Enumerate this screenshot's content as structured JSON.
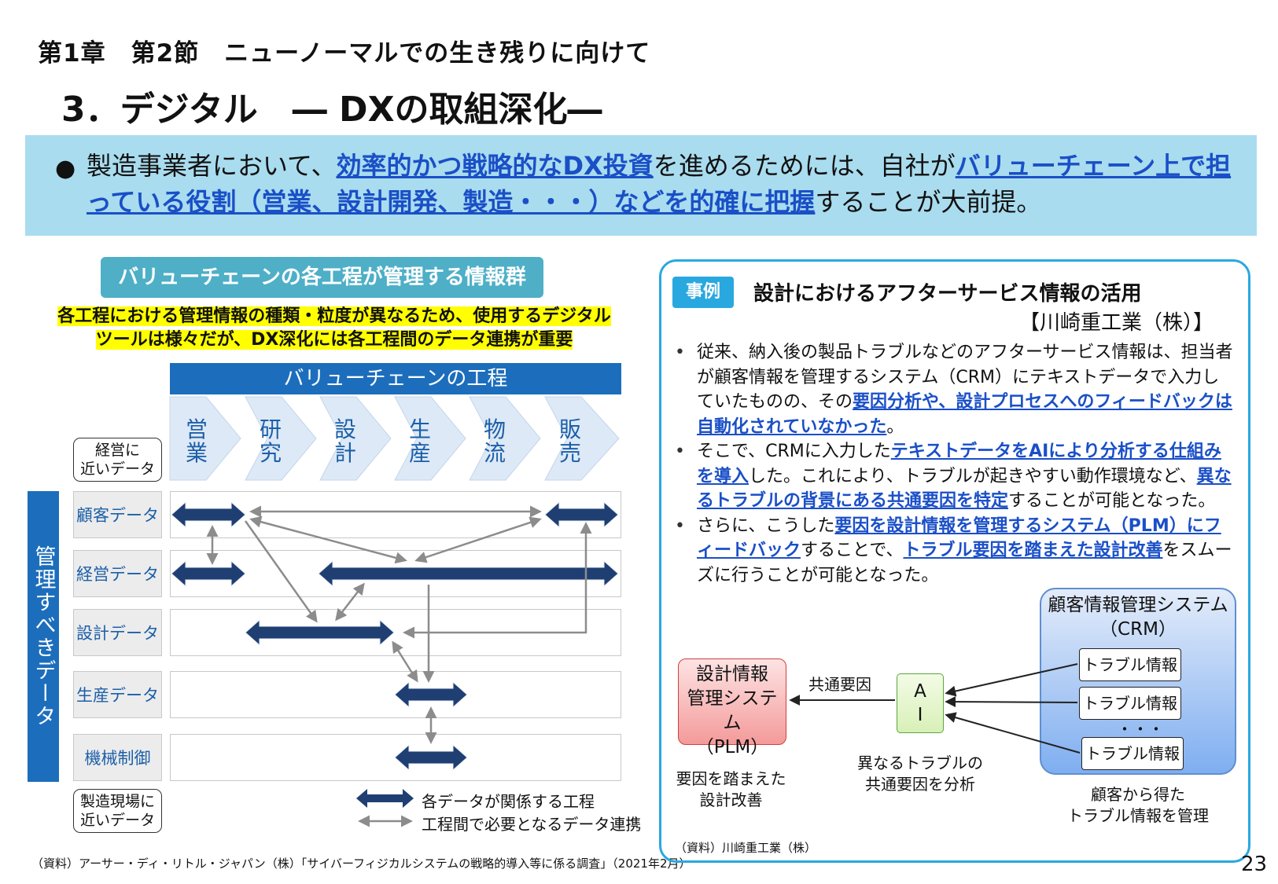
{
  "header": {
    "chapter": "第1章　第2節　ニューノーマルでの生き残りに向けて",
    "title": "3．デジタル　― DXの取組深化―"
  },
  "lead": {
    "bullet": "●",
    "part1": "製造事業者において、",
    "hl1": "効率的かつ戦略的なDX投資",
    "part2": "を進めるためには、自社が",
    "hl2": "バリューチェーン上で担っている役割（営業、設計開発、製造・・・）などを的確に把握",
    "part3": "することが大前提。"
  },
  "diagram": {
    "pill": "バリューチェーンの各工程が管理する情報群",
    "note_line1": "各工程における管理情報の種類・粒度が異なるため、使用するデジタル",
    "note_line2": "ツールは様々だが、DX深化には各工程間のデータ連携が重要",
    "vc_header": "バリューチェーンの工程",
    "processes": [
      {
        "l1": "営",
        "l2": "業"
      },
      {
        "l1": "研",
        "l2": "究"
      },
      {
        "l1": "設",
        "l2": "計"
      },
      {
        "l1": "生",
        "l2": "産"
      },
      {
        "l1": "物",
        "l2": "流"
      },
      {
        "l1": "販",
        "l2": "売"
      }
    ],
    "top_tag": {
      "l1": "経営に",
      "l2": "近いデータ"
    },
    "bottom_tag": {
      "l1": "製造現場に",
      "l2": "近いデータ"
    },
    "vertical_label": "管理すべきデータ",
    "rows": [
      "顧客データ",
      "経営データ",
      "設計データ",
      "生産データ",
      "機械制御"
    ],
    "legend": {
      "thick": "各データが関係する工程",
      "thin": "工程間で必要となるデータ連携"
    },
    "source": "（資料）アーサー・ディ・リトル・ジャパン（株）「サイバーフィジカルシステムの戦略的導入等に係る調査」（2021年2月）",
    "colors": {
      "thick_arrow": "#1f3f73",
      "thin_arrow": "#8c8c8c",
      "header": "#1c6ebc"
    }
  },
  "case": {
    "badge": "事例",
    "title": "設計におけるアフターサービス情報の活用",
    "company": "【川崎重工業（株）】",
    "b1_a": "従来、納入後の製品トラブルなどのアフターサービス情報は、担当者が顧客情報を管理するシステム（CRM）にテキストデータで入力していたものの、その",
    "b1_hl": "要因分析や、設計プロセスへのフィードバックは自動化されていなかった",
    "b1_b": "。",
    "b2_a": "そこで、CRMに入力した",
    "b2_hl1": "テキストデータをAIにより分析する仕組みを導入",
    "b2_b": "した。これにより、トラブルが起きやすい動作環境など、",
    "b2_hl2": "異なるトラブルの背景にある共通要因を特定",
    "b2_c": "することが可能となった。",
    "b3_a": "さらに、こうした",
    "b3_hl1": "要因を設計情報を管理するシステム（PLM）にフィードバック",
    "b3_b": "することで、",
    "b3_hl2": "トラブル要因を踏まえた設計改善",
    "b3_c": "をスムーズに行うことが可能となった。",
    "crm_l1": "顧客情報管理システム",
    "crm_l2": "（CRM）",
    "trouble": "トラブル情報",
    "dots": "・・・",
    "plm_l1": "設計情報",
    "plm_l2": "管理システム",
    "plm_l3": "（PLM）",
    "ai_l1": "A",
    "ai_l2": "I",
    "common_factor": "共通要因",
    "cap_plm_l1": "要因を踏まえた",
    "cap_plm_l2": "設計改善",
    "cap_ai_l1": "異なるトラブルの",
    "cap_ai_l2": "共通要因を分析",
    "cap_crm_l1": "顧客から得た",
    "cap_crm_l2": "トラブル情報を管理",
    "source": "（資料）川崎重工業（株）"
  },
  "page_number": "23"
}
